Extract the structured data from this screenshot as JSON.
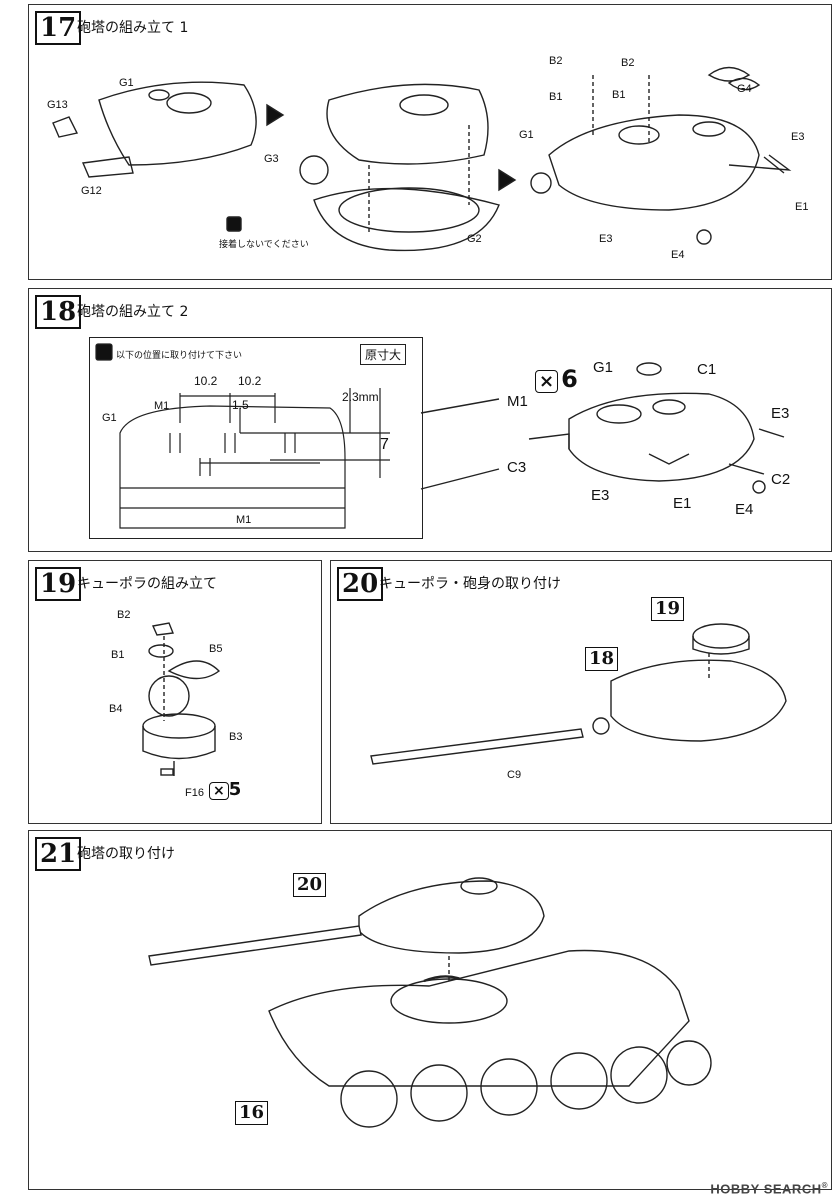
{
  "step17": {
    "num": "17",
    "title": "砲塔の組み立て 1",
    "labels": {
      "g1": "G1",
      "g13": "G13",
      "g12": "G12",
      "g3": "G3",
      "g2": "G2",
      "no_glue": "接着しないでください",
      "b2a": "B2",
      "b2b": "B2",
      "b1a": "B1",
      "b1b": "B1",
      "g4": "G4",
      "g1b": "G1",
      "e3a": "E3",
      "e1": "E1",
      "e3b": "E3",
      "e4": "E4"
    }
  },
  "step18": {
    "num": "18",
    "title": "砲塔の組み立て 2",
    "inset": {
      "note": "以下の位置に取り付けて下さい",
      "actual_size": "原寸大",
      "dim1": "10.2",
      "dim2": "10.2",
      "dim3": "1.5",
      "dim4": "2.3mm",
      "dim5": "7",
      "m1_top": "M1",
      "m1_bottom": "M1",
      "g1": "G1"
    },
    "labels": {
      "times": "×",
      "count": "6",
      "g1": "G1",
      "c1": "C1",
      "m1": "M1",
      "e3a": "E3",
      "c3": "C3",
      "e3b": "E3",
      "e1": "E1",
      "c2": "C2",
      "e4": "E4"
    }
  },
  "step19": {
    "num": "19",
    "title": "キューポラの組み立て",
    "labels": {
      "b2": "B2",
      "b1": "B1",
      "b5": "B5",
      "b4": "B4",
      "b3": "B3",
      "f16": "F16",
      "times": "×",
      "count": "5"
    }
  },
  "step20": {
    "num": "20",
    "title": "キューポラ・砲身の取り付け",
    "labels": {
      "ref19": "19",
      "ref18": "18",
      "c9": "C9"
    }
  },
  "step21": {
    "num": "21",
    "title": "砲塔の取り付け",
    "labels": {
      "ref20": "20",
      "ref16": "16"
    }
  },
  "watermark": {
    "brand": "HOBBY SEARCH",
    "reg": "®"
  }
}
